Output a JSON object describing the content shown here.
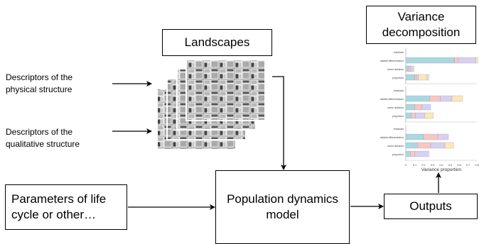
{
  "boxes": {
    "landscapes": "Landscapes",
    "variance_line1": "Variance",
    "variance_line2": "decomposition",
    "params_line1": "Parameters of life",
    "params_line2": "cycle or other…",
    "model_line1": "Population dynamics",
    "model_line2": "model",
    "outputs": "Outputs"
  },
  "descriptors": {
    "physical_line1": "Descriptors of the",
    "physical_line2": "physical structure",
    "qualitative_line1": "Descriptors of the",
    "qualitative_line2": "qualitative structure"
  },
  "chart_data": {
    "type": "bar",
    "orientation": "horizontal-stacked",
    "xlabel": "Variance proportion",
    "xticks": [
      "0",
      "0.1",
      "0.2",
      "0.3",
      "0.4",
      "0.5",
      "0.6",
      "0.7",
      "0.8"
    ],
    "panels": [
      {
        "rows": [
          {
            "label": "residuals",
            "segments": []
          },
          {
            "label": "habitat differentiation",
            "segments": [
              0.55,
              0.04,
              0.2,
              0.02
            ]
          },
          {
            "label": "mean isolation",
            "segments": [
              0.03,
              0.02,
              0.04
            ]
          },
          {
            "label": "proportion",
            "segments": [
              0.1,
              0.02,
              0.02,
              0.1,
              0.02
            ]
          }
        ]
      },
      {
        "rows": [
          {
            "label": "residuals",
            "segments": []
          },
          {
            "label": "habitat differentiation",
            "segments": [
              0.27,
              0.12,
              0.13,
              0.12
            ]
          },
          {
            "label": "mean isolation",
            "segments": [
              0.1,
              0.08,
              0.1
            ]
          },
          {
            "label": "proportion",
            "segments": [
              0.06,
              0.05,
              0.1,
              0.1
            ]
          }
        ]
      },
      {
        "rows": [
          {
            "label": "residuals",
            "segments": []
          },
          {
            "label": "habitat differentiation",
            "segments": [
              0.2,
              0.16,
              0.12
            ]
          },
          {
            "label": "mean isolation",
            "segments": [
              0.13,
              0.15,
              0.16,
              0.1
            ]
          },
          {
            "label": "proportion",
            "segments": [
              0.05,
              0.05,
              0.16
            ]
          }
        ]
      }
    ],
    "colors": [
      "#a9d8e2",
      "#f6c6c6",
      "#d8d0f0",
      "#fbe7b8",
      "#cfeff4"
    ]
  }
}
